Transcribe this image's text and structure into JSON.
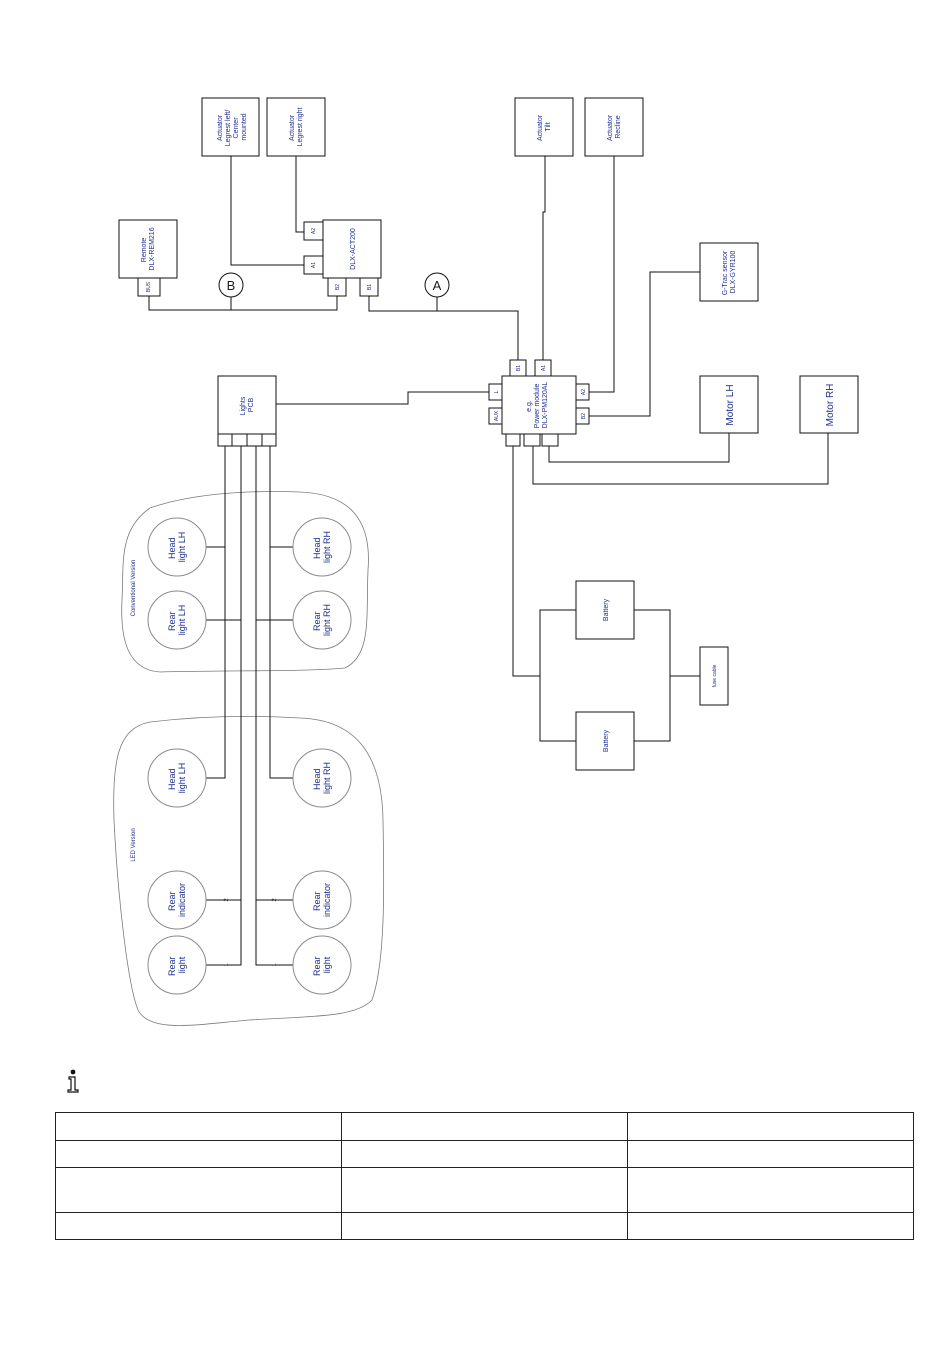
{
  "components": {
    "actuator_legrest_left": [
      "Actuator",
      "Legrest left/",
      "Center",
      "mounted"
    ],
    "actuator_legrest_right": [
      "Actuator",
      "Legrest right"
    ],
    "actuator_tilt": [
      "Actuator",
      "Tilt"
    ],
    "actuator_recline": [
      "Actuator",
      "Recline"
    ],
    "remote": [
      "Remote",
      "DLX-REM216"
    ],
    "act_module": "DLX-ACT200",
    "gtrac": [
      "G-Trac sensor",
      "DLX-GYR100"
    ],
    "lights_pcb": [
      "Lights",
      "PCB"
    ],
    "power_module": [
      "e.g.",
      "Power module",
      "DLX-PM120AL"
    ],
    "motor_lh": "Motor LH",
    "motor_rh": "Motor RH",
    "battery_top": "Battery",
    "battery_bottom": "Battery",
    "fuse": "fuse cable"
  },
  "ports": {
    "a2": "A2",
    "a1": "A1",
    "b2": "B2",
    "b1": "B1",
    "bus": "BUS",
    "pm_b1": "B1",
    "pm_a1": "A1",
    "pm_l": "L",
    "pm_aux": "AUX",
    "pm_a2": "A2",
    "pm_b2": "B2"
  },
  "connectors": {
    "a": "A",
    "b": "B"
  },
  "groups": {
    "conventional": "Conventional Version",
    "led": "LED Version"
  },
  "lamps": {
    "conv_head_lh": [
      "Head",
      "light LH"
    ],
    "conv_rear_lh": [
      "Rear",
      "light LH"
    ],
    "conv_head_rh": [
      "Head",
      "light RH"
    ],
    "conv_rear_rh": [
      "Rear",
      "light RH"
    ],
    "led_head_lh": [
      "Head",
      "light LH"
    ],
    "led_head_rh": [
      "Head",
      "light RH"
    ],
    "led_ind_l": [
      "Rear",
      "indicator"
    ],
    "led_ind_r": [
      "Rear",
      "indicator"
    ],
    "led_rear_l": [
      "Rear",
      "light"
    ],
    "led_rear_r": [
      "Rear",
      "light"
    ]
  },
  "pins": {
    "ind_l": "2",
    "ind_r": "2",
    "rear_l": "1",
    "rear_r": "1"
  },
  "table": {
    "rows": [
      [
        "",
        "",
        ""
      ],
      [
        "",
        "",
        ""
      ],
      [
        "",
        "",
        ""
      ],
      [
        "",
        "",
        ""
      ]
    ]
  }
}
